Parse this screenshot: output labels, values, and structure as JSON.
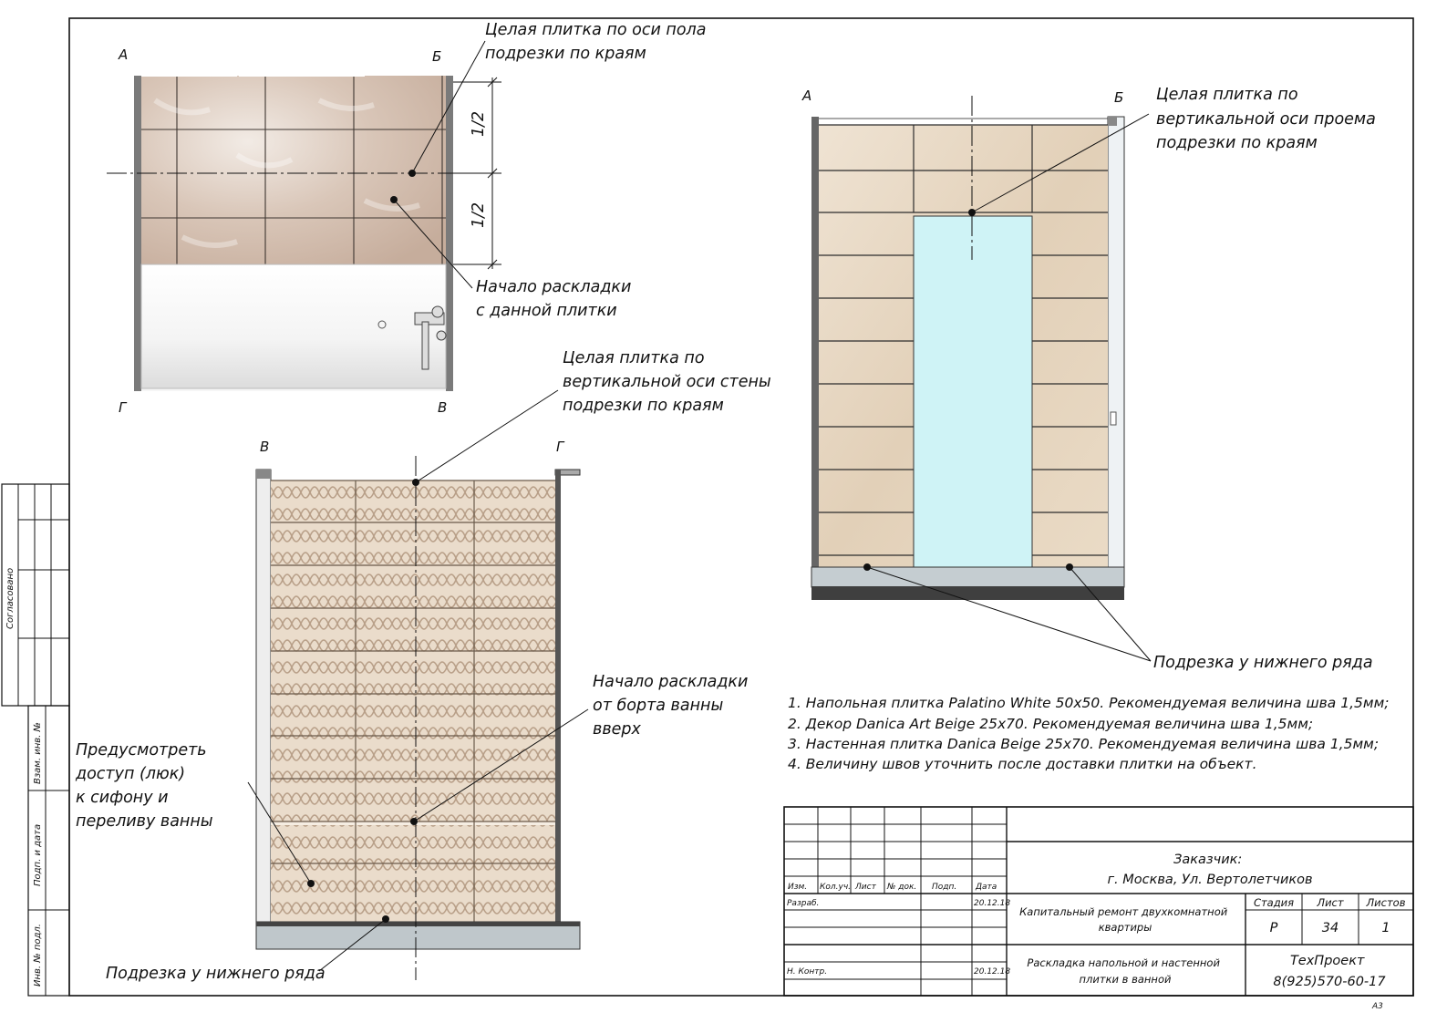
{
  "plan": {
    "letters": [
      "А",
      "Б",
      "Г",
      "В"
    ],
    "dim_label": "1/2",
    "callout_axis": [
      "Целая плитка по оси пола",
      "подрезки по краям"
    ],
    "callout_start": [
      "Начало раскладки",
      "с данной плитки"
    ]
  },
  "wall_right": {
    "letters": [
      "А",
      "Б"
    ],
    "callout_axis": [
      "Целая плитка по",
      "вертикальной оси проема",
      "подрезки по краям"
    ],
    "callout_bottom": "Подрезка у нижнего ряда"
  },
  "wall_left": {
    "letters": [
      "В",
      "Г"
    ],
    "callout_axis": [
      "Целая плитка по",
      "вертикальной оси стены",
      "подрезки по краям"
    ],
    "callout_start": [
      "Начало раскладки",
      "от борта ванны",
      "вверх"
    ],
    "callout_access": [
      "Предусмотреть",
      "доступ (люк)",
      "к сифону и",
      "переливу ванны"
    ],
    "callout_bottom": "Подрезка у нижнего ряда"
  },
  "notes": [
    "1. Напольная плитка Palatino White 50х50. Рекомендуемая величина шва 1,5мм;",
    "2. Декор Danica Art Beige  25х70. Рекомендуемая величина шва 1,5мм;",
    "3. Настенная плитка Danica Beige 25х70. Рекомендуемая величина шва 1,5мм;",
    "4. Величину швов уточнить после доставки плитки на объект."
  ],
  "side_stamp": {
    "agreed": "Согласовано",
    "replace": "Взам. инв. №",
    "sign_date": "Подп. и дата",
    "inv_no": "Инв. № подл."
  },
  "title_block": {
    "col_headers": [
      "Изм.",
      "Кол.уч.",
      "Лист",
      "№ док.",
      "Подп.",
      "Дата"
    ],
    "developer": "Разраб.",
    "date1": "20.12.18",
    "norm_control": "Н. Контр.",
    "date2": "20.12.18",
    "customer_line1": "Заказчик:",
    "customer_line2": "г. Москва, Ул. Вертолетчиков",
    "project_line1": "Капитальный ремонт двухкомнатной",
    "project_line2": "квартиры",
    "stage_label": "Стадия",
    "sheet_label": "Лист",
    "sheets_label": "Листов",
    "stage": "Р",
    "sheet": "34",
    "sheets": "1",
    "drawing_line1": "Раскладка напольной и настенной",
    "drawing_line2": "плитки в ванной",
    "company": "ТехПроект",
    "phone": "8(925)570-60-17",
    "format": "А3"
  },
  "colors": {
    "floor_tile": "#d6c2b4",
    "wall_tile": "#e4d3bb",
    "deco_tile": "#ddcbb6",
    "wall": "#6f6f6f",
    "door": "#cff3f6"
  }
}
